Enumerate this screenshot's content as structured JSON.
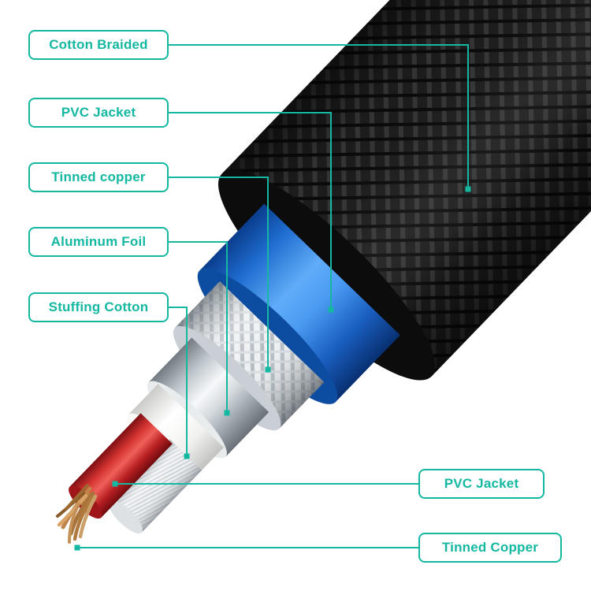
{
  "page": {
    "background": "#ffffff"
  },
  "accent_color": "#14b8a1",
  "labels": [
    {
      "id": "cotton-braided",
      "text": "Cotton Braided",
      "side": "left"
    },
    {
      "id": "pvc-jacket-outer",
      "text": "PVC Jacket",
      "side": "left"
    },
    {
      "id": "tinned-copper-shield",
      "text": "Tinned copper",
      "side": "left"
    },
    {
      "id": "aluminum-foil",
      "text": "Aluminum Foil",
      "side": "left"
    },
    {
      "id": "stuffing-cotton",
      "text": "Stuffing Cotton",
      "side": "left"
    },
    {
      "id": "pvc-jacket-inner",
      "text": "PVC Jacket",
      "side": "right"
    },
    {
      "id": "tinned-copper-core",
      "text": "Tinned Copper",
      "side": "right"
    }
  ],
  "cable_layers": [
    {
      "name": "Cotton Braided",
      "color": "#1c1c1c"
    },
    {
      "name": "PVC Jacket",
      "color": "#2f83e4"
    },
    {
      "name": "Tinned copper",
      "color": "#dfe3e6"
    },
    {
      "name": "Aluminum Foil",
      "color": "#c7ced4"
    },
    {
      "name": "Stuffing Cotton",
      "color": "#ffffff"
    },
    {
      "name": "PVC Jacket (inner wire)",
      "color": "#d42b2e"
    },
    {
      "name": "Tinned Copper (strands)",
      "color": "#c08448"
    }
  ]
}
